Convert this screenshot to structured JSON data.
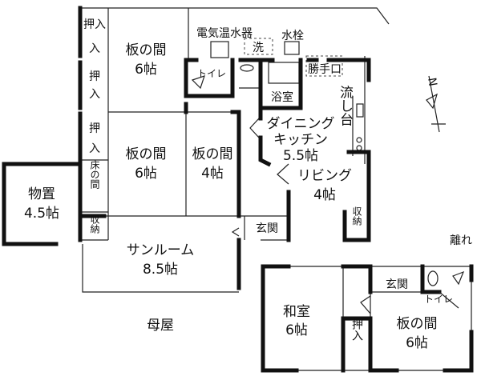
{
  "main_house": {
    "label": "母屋",
    "oshiire": "押入",
    "itanoma_top": {
      "name": "板の間",
      "size": "6帖"
    },
    "itanoma_mid": {
      "name": "板の間",
      "size": "6帖"
    },
    "itanoma_small": {
      "name": "板の間",
      "size": "4帖"
    },
    "storage_shed": {
      "name": "物置",
      "size": "4.5帖"
    },
    "tokonoma": "床の間",
    "closet": "収納",
    "sunroom": {
      "name": "サンルーム",
      "size": "8.5帖"
    },
    "water_heater": "電気温水器",
    "laundry": "洗",
    "faucet": "水栓",
    "toilet": "トイレ",
    "bath": "浴室",
    "back_door": "勝手口",
    "dining_kitchen": {
      "line1": "ダイニング",
      "line2": "キッチン",
      "size": "5.5帖"
    },
    "sink": "流し台",
    "living": {
      "name": "リビング",
      "size": "4帖"
    },
    "entrance": "玄関",
    "living_closet": "収納"
  },
  "annex": {
    "label": "離れ",
    "washitsu": {
      "name": "和室",
      "size": "6帖"
    },
    "oshiire": "押入",
    "entrance": "玄関",
    "toilet": "トイレ",
    "itanoma": {
      "name": "板の間",
      "size": "6帖"
    }
  },
  "compass": {
    "north": "N"
  }
}
